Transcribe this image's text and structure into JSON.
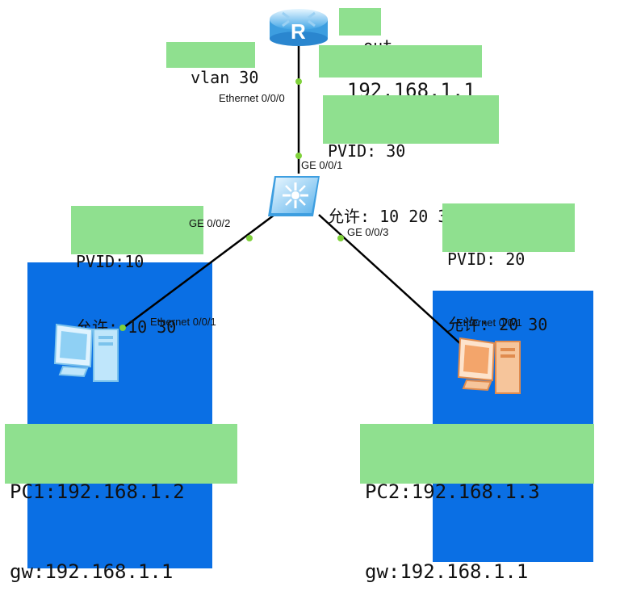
{
  "router": {
    "glyph": "R",
    "name": "out",
    "ip": "192.168.1.1",
    "vlan": "vlan 30",
    "port": "Ethernet 0/0/0",
    "icon": "router-icon"
  },
  "switch": {
    "icon": "switch-icon",
    "uplink_port": "GE 0/0/1",
    "uplink_note": [
      "PVID: 30",
      "允许: 10 20 30"
    ],
    "port_pc1": "GE 0/0/2",
    "note_pc1": [
      "PVID:10",
      "允许: 10 30"
    ],
    "port_pc2": "GE 0/0/3",
    "note_pc2": [
      "PVID: 20",
      "允许: 20 30"
    ]
  },
  "pc1": {
    "icon": "pc-icon",
    "port": "Ethernet 0/0/1",
    "ip_label": "PC1:192.168.1.2",
    "gw_label": "gw:192.168.1.1"
  },
  "pc2": {
    "icon": "pc-icon",
    "port": "Ethernet 0/0/1",
    "ip_label": "PC2:192.168.1.3",
    "gw_label": "gw:192.168.1.1"
  },
  "colors": {
    "area_blue": "#0a6fe4",
    "note_green": "#8fe08f",
    "link": "#000000",
    "port_dot": "#7fd13b"
  }
}
